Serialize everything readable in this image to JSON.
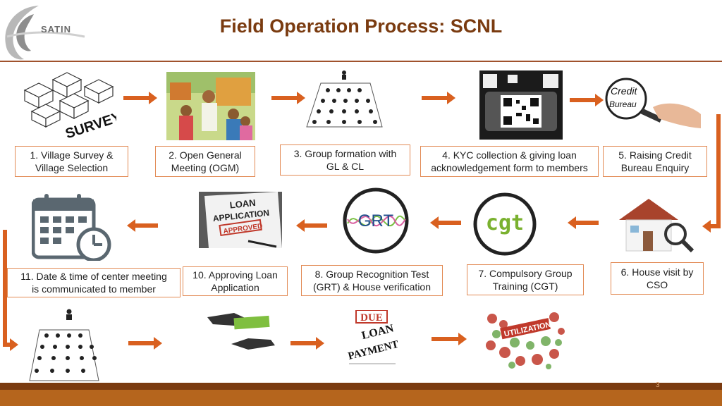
{
  "title": "Field Operation Process: SCNL",
  "logo_text": "SATIN",
  "steps": [
    "1. Village Survey &\nVillage Selection",
    "2. Open General\nMeeting (OGM)",
    "3. Group formation with\nGL & CL",
    "4. KYC collection & giving loan\nacknowledgement form to members",
    "5. Raising Credit\nBureau Enquiry",
    "6. House visit by\nCSO",
    "7. Compulsory Group\nTraining (CGT)",
    "8. Group Recognition Test\n(GRT) & House verification",
    "10. Approving Loan\nApplication",
    "11. Date & time of center meeting\nis communicated to member"
  ],
  "image_texts": {
    "survey": "SURVEY",
    "credit": "Credit",
    "bureau": "Bureau",
    "loan_app_1": "LOAN",
    "loan_app_2": "APPLICATION",
    "approved": "APPROVED",
    "grt": "GRT",
    "cgt": "cgt",
    "due": "DUE",
    "loan": "LOAN",
    "payment": "PAYMENT",
    "utilization": "UTILIZATION"
  },
  "page_number": "3",
  "colors": {
    "title": "#7a3b10",
    "arrow": "#d9601f",
    "box_border": "#e28a54",
    "bar": "#b5651d"
  }
}
